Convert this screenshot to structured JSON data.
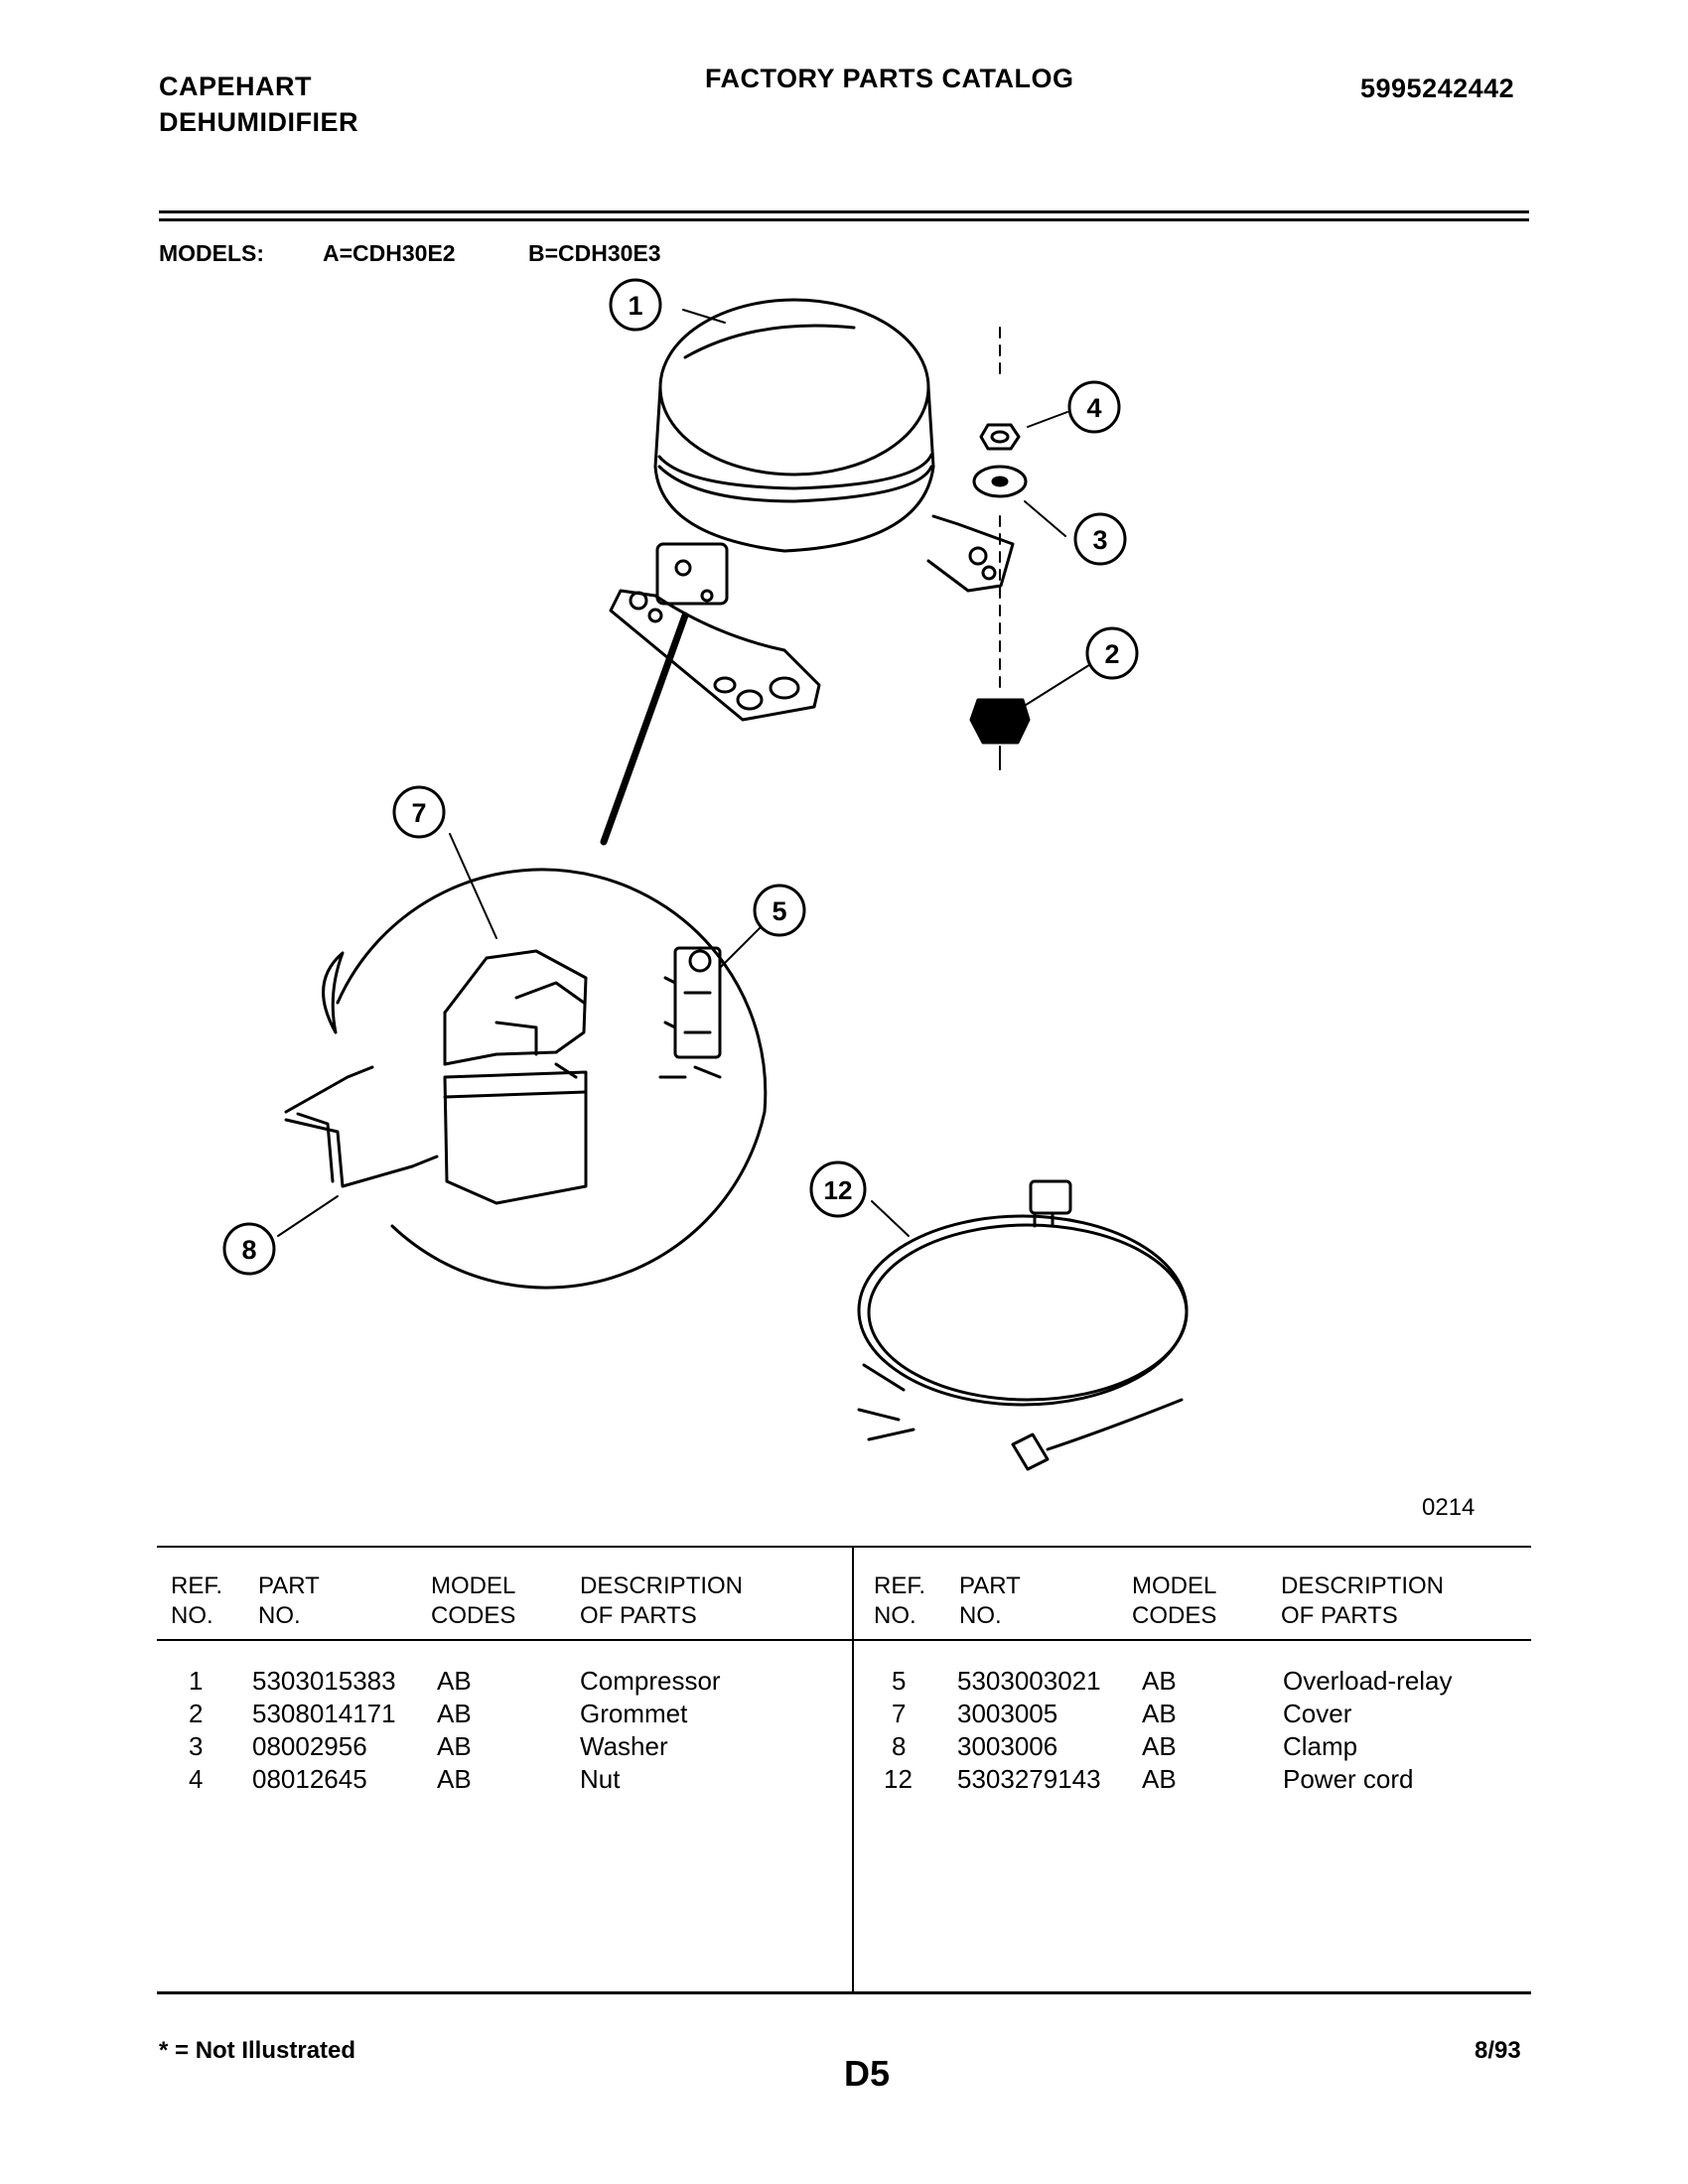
{
  "header": {
    "brand": "CAPEHART",
    "product": "DEHUMIDIFIER",
    "title": "FACTORY PARTS CATALOG",
    "catalog_number": "5995242442"
  },
  "models": {
    "label": "MODELS:",
    "a": "A=CDH30E2",
    "b": "B=CDH30E3"
  },
  "figure": {
    "code": "0214",
    "callouts": [
      "1",
      "2",
      "3",
      "4",
      "5",
      "7",
      "8",
      "12"
    ]
  },
  "table": {
    "headers": {
      "ref_1": "REF.",
      "ref_2": "NO.",
      "part_1": "PART",
      "part_2": "NO.",
      "model_1": "MODEL",
      "model_2": "CODES",
      "desc_1": "DESCRIPTION",
      "desc_2": "OF PARTS"
    },
    "left": [
      {
        "ref": "1",
        "part": "5303015383",
        "codes": "AB",
        "desc": "Compressor"
      },
      {
        "ref": "2",
        "part": "5308014171",
        "codes": "AB",
        "desc": "Grommet"
      },
      {
        "ref": "3",
        "part": "08002956",
        "codes": "AB",
        "desc": "Washer"
      },
      {
        "ref": "4",
        "part": "08012645",
        "codes": "AB",
        "desc": "Nut"
      }
    ],
    "right": [
      {
        "ref": "5",
        "part": "5303003021",
        "codes": "AB",
        "desc": "Overload-relay"
      },
      {
        "ref": "7",
        "part": "3003005",
        "codes": "AB",
        "desc": "Cover"
      },
      {
        "ref": "8",
        "part": "3003006",
        "codes": "AB",
        "desc": "Clamp"
      },
      {
        "ref": "12",
        "part": "5303279143",
        "codes": "AB",
        "desc": "Power cord"
      }
    ]
  },
  "footer": {
    "note": "* = Not Illustrated",
    "page": "D5",
    "date": "8/93"
  }
}
